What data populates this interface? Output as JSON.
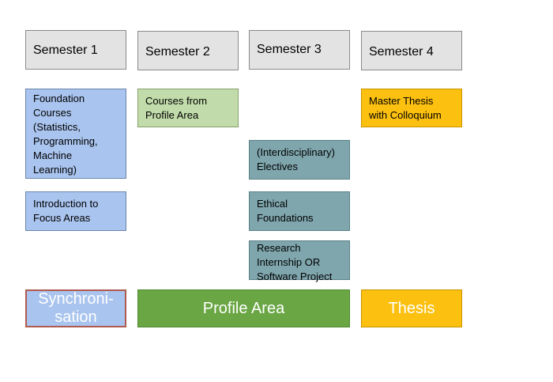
{
  "semesters": [
    {
      "label": "Semester 1"
    },
    {
      "label": "Semester 2"
    },
    {
      "label": "Semester 3"
    },
    {
      "label": "Semester 4"
    }
  ],
  "courses": {
    "foundation": "Foundation\nCourses\n(Statistics,\nProgramming,\nMachine\nLearning)",
    "intro_focus": "Introduction to\nFocus Areas",
    "profile_courses": "Courses from\nProfile Area",
    "electives": "(Interdisciplinary)\nElectives",
    "ethical": "Ethical\nFoundations",
    "research": "Research\nInternship OR\nSoftware Project",
    "master_thesis": "Master Thesis\nwith Colloquium"
  },
  "areas": {
    "synchronisation": "Synchroni-\nsation",
    "profile": "Profile Area",
    "thesis": "Thesis"
  },
  "colors": {
    "header_fill": "#e3e3e3",
    "foundation_blue": "#a9c4ee",
    "profile_green_light": "#c1dcaa",
    "profile_green": "#6aa744",
    "teal": "#7fa6ad",
    "thesis_gold": "#fcc010"
  }
}
